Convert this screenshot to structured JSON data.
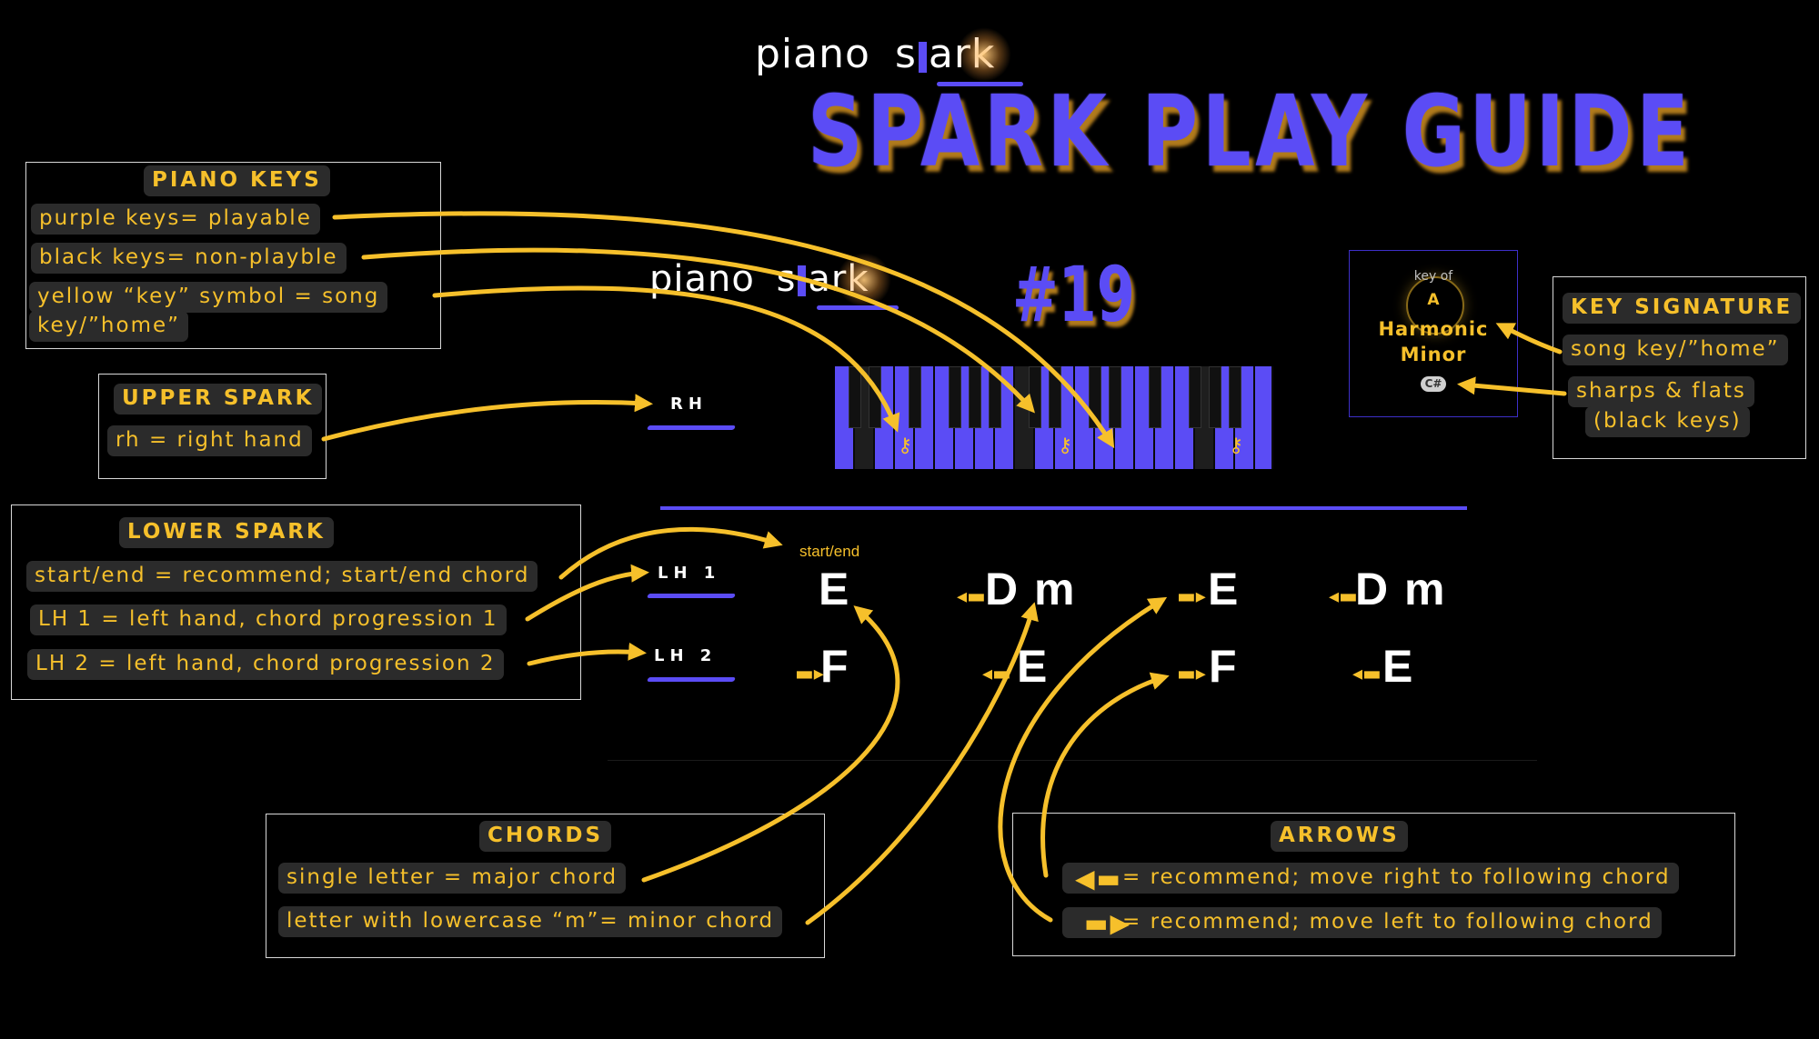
{
  "logo_top": {
    "left": "piano",
    "s": "s",
    "right": "ark"
  },
  "logo_mid": {
    "left": "piano",
    "s": "s",
    "right": "ark"
  },
  "title": "SPARK PLAY GUIDE",
  "number": "#19",
  "piano_keys_box": {
    "heading": "PIANO KEYS",
    "items": [
      "purple keys= playable",
      "black keys= non-playble",
      "yellow “key” symbol = song",
      "key/”home”"
    ]
  },
  "upper_spark_box": {
    "heading": "UPPER SPARK",
    "items": [
      "rh = right hand"
    ]
  },
  "lower_spark_box": {
    "heading": "LOWER SPARK",
    "items": [
      "start/end = recommend; start/end chord",
      "LH 1 = left hand, chord progression 1",
      "LH 2 = left hand, chord progression 2"
    ]
  },
  "chords_box": {
    "heading": "CHORDS",
    "items": [
      "single letter = major chord",
      "letter with lowercase “m”= minor chord"
    ]
  },
  "arrows_box": {
    "heading": "ARROWS",
    "items": [
      "= recommend; move right to following chord",
      "= recommend; move left to following chord"
    ]
  },
  "key_signature_box": {
    "heading": "KEY SIGNATURE",
    "items": [
      "song key/”home”",
      "sharps & flats",
      "(black keys)"
    ]
  },
  "key_panel": {
    "key_of": "key of",
    "tonic": "A",
    "mode_line1": "Harmonic",
    "mode_line2": "Minor",
    "accidental": "C#"
  },
  "hands": {
    "rh": "RH",
    "lh1": "LH 1",
    "lh2": "LH 2"
  },
  "start_end_label": "start/end",
  "lh1_chords": [
    "E",
    "D m",
    "E",
    "D m"
  ],
  "lh2_chords": [
    "F",
    "E",
    "F",
    "E"
  ],
  "icons": {
    "home_key": "key-symbol-icon",
    "arrow_left": "arrow-left-icon",
    "arrow_right": "arrow-right-icon"
  },
  "colors": {
    "accent_purple": "#5b4cf5",
    "accent_yellow": "#f6c02b",
    "pill_bg": "#2b2b2b",
    "background": "#000000"
  }
}
